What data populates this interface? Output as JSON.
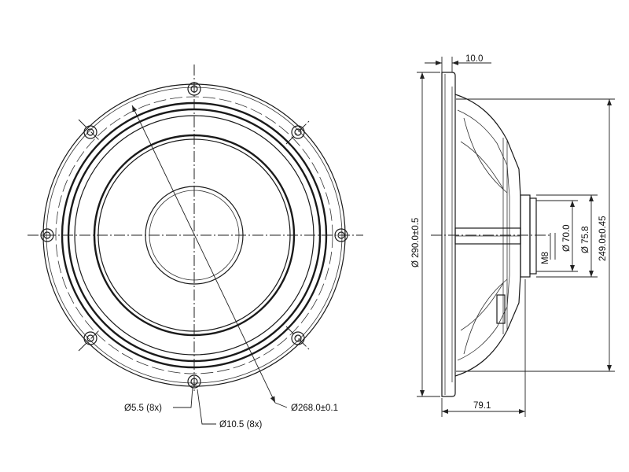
{
  "dimensions": {
    "hole_small": "Ø5.5 (8x)",
    "hole_large": "Ø10.5 (8x)",
    "bolt_circle": "Ø268.0±0.1",
    "flange_thickness": "10.0",
    "outer_diameter": "Ø 290.0±0.5",
    "cutout_diameter": "249.0±0.45",
    "magnet_diameter": "Ø 75.8",
    "pole_diameter": "Ø 70.0",
    "thread": "M8",
    "depth": "79.1"
  },
  "colors": {
    "line": "#1a1a1a",
    "background": "#ffffff"
  }
}
